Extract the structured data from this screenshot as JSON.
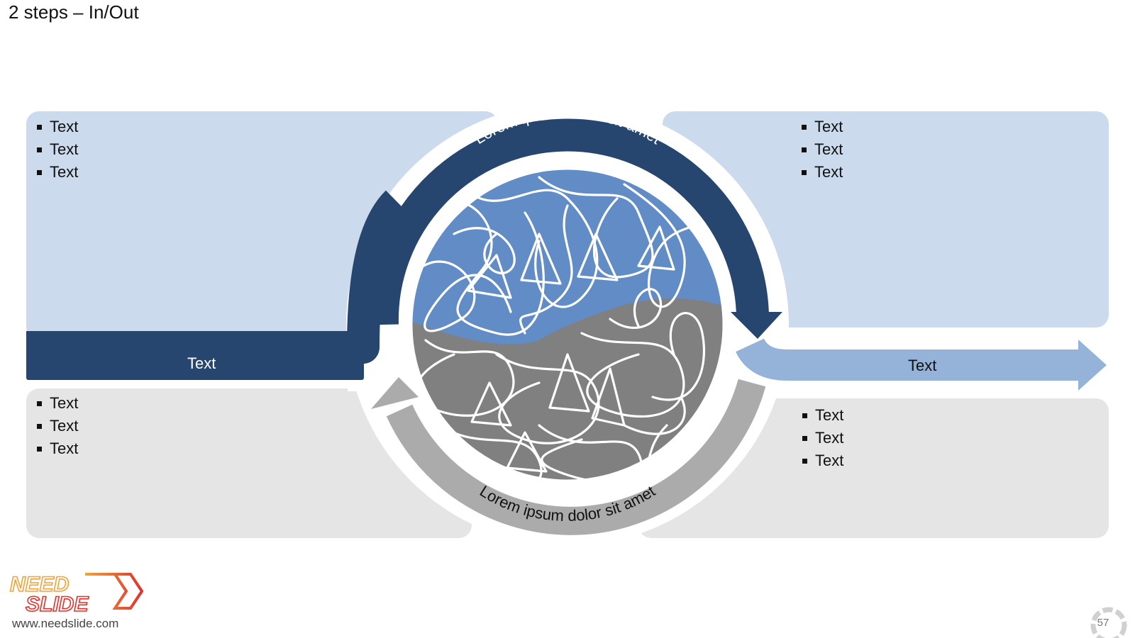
{
  "slide": {
    "title": "2 steps – In/Out"
  },
  "boxes": {
    "top_left": [
      "Text",
      "Text",
      "Text"
    ],
    "bottom_left": [
      "Text",
      "Text",
      "Text"
    ],
    "top_right": [
      "Text",
      "Text",
      "Text"
    ],
    "bottom_right": [
      "Text",
      "Text",
      "Text"
    ]
  },
  "flow": {
    "in_label": "Text",
    "out_label": "Text",
    "top_arc_text": "Lorem ipsum dolor sit amet",
    "bottom_arc_text": "Lorem ipsum dolor sit amet"
  },
  "colors": {
    "dark_blue": "#27466f",
    "light_blue_arrow": "#95b3d8",
    "box_blue": "#cbdaed",
    "box_gray": "#e5e5e5",
    "globe_blue": "#628cc6",
    "globe_gray": "#808080",
    "return_arrow_gray": "#ababab"
  },
  "footer": {
    "logo_line1": "NEED",
    "logo_line2": "SLIDE",
    "url": "www.needslide.com",
    "page_number": "57"
  }
}
